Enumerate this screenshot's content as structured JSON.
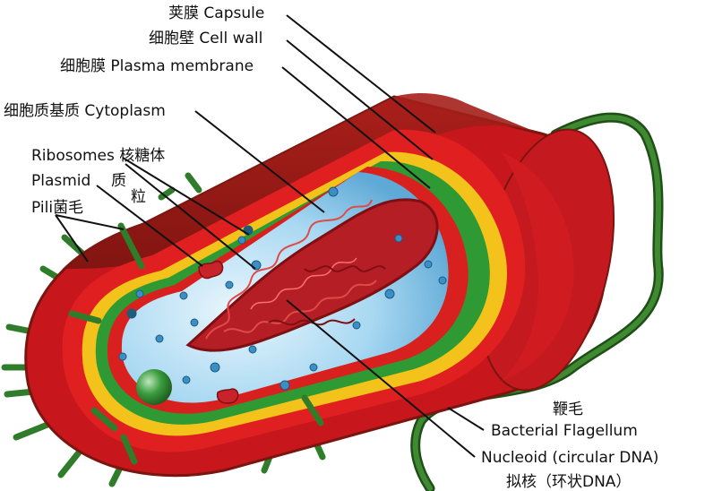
{
  "labels": {
    "capsule": {
      "zh": "荚膜",
      "en": "Capsule"
    },
    "cell_wall": {
      "zh": "细胞壁",
      "en": "Cell wall"
    },
    "plasma_membrane": {
      "zh": "细胞膜",
      "en": "Plasma membrane"
    },
    "cytoplasm": {
      "zh": "细胞质基质",
      "en": "Cytoplasm"
    },
    "ribosomes": {
      "en": "Ribosomes",
      "zh": "核糖体"
    },
    "plasmid": {
      "en": "Plasmid",
      "zh_1": "质",
      "zh_2": "粒"
    },
    "pili": {
      "en": "Pili",
      "zh": "菌毛"
    },
    "flagellum": {
      "zh": "鞭毛",
      "en": "Bacterial Flagellum"
    },
    "nucleoid": {
      "en": "Nucleoid (circular DNA)",
      "zh": "拟核（环状DNA）"
    }
  },
  "colors": {
    "capsule": "#c8161d",
    "capsule_dark": "#8e1a14",
    "cell_wall": "#e02020",
    "membrane_yellow": "#f3c31b",
    "membrane_green": "#2f9a34",
    "cytoplasm": "#a9d8f2",
    "dna": "#b01c22",
    "pili": "#2f7d2a",
    "flagellum": "#2b6a22"
  }
}
